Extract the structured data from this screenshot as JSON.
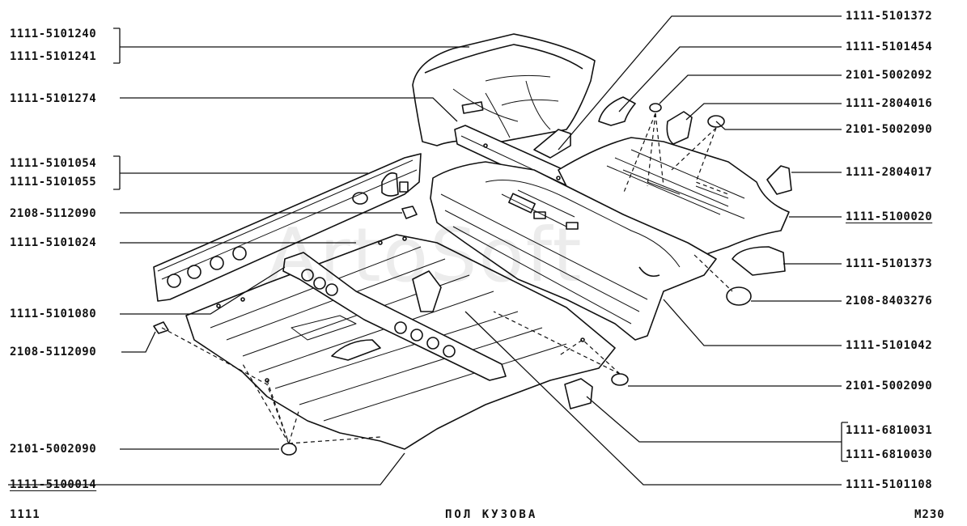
{
  "title": "ПОЛ КУЗОВА",
  "model": "1111",
  "page_code": "M230",
  "watermark": "ArtoSoft",
  "labels_left": [
    "1111-5101240",
    "1111-5101241",
    "1111-5101274",
    "1111-5101054",
    "1111-5101055",
    "2108-5112090",
    "1111-5101024",
    "1111-5101080",
    "2108-5112090",
    "2101-5002090",
    "1111-5100014"
  ],
  "labels_right": [
    "1111-5101372",
    "1111-5101454",
    "2101-5002092",
    "1111-2804016",
    "2101-5002090",
    "1111-2804017",
    "1111-5100020",
    "1111-5101373",
    "2108-8403276",
    "1111-5101042",
    "2101-5002090",
    "1111-6810031",
    "1111-6810030",
    "1111-5101108"
  ]
}
